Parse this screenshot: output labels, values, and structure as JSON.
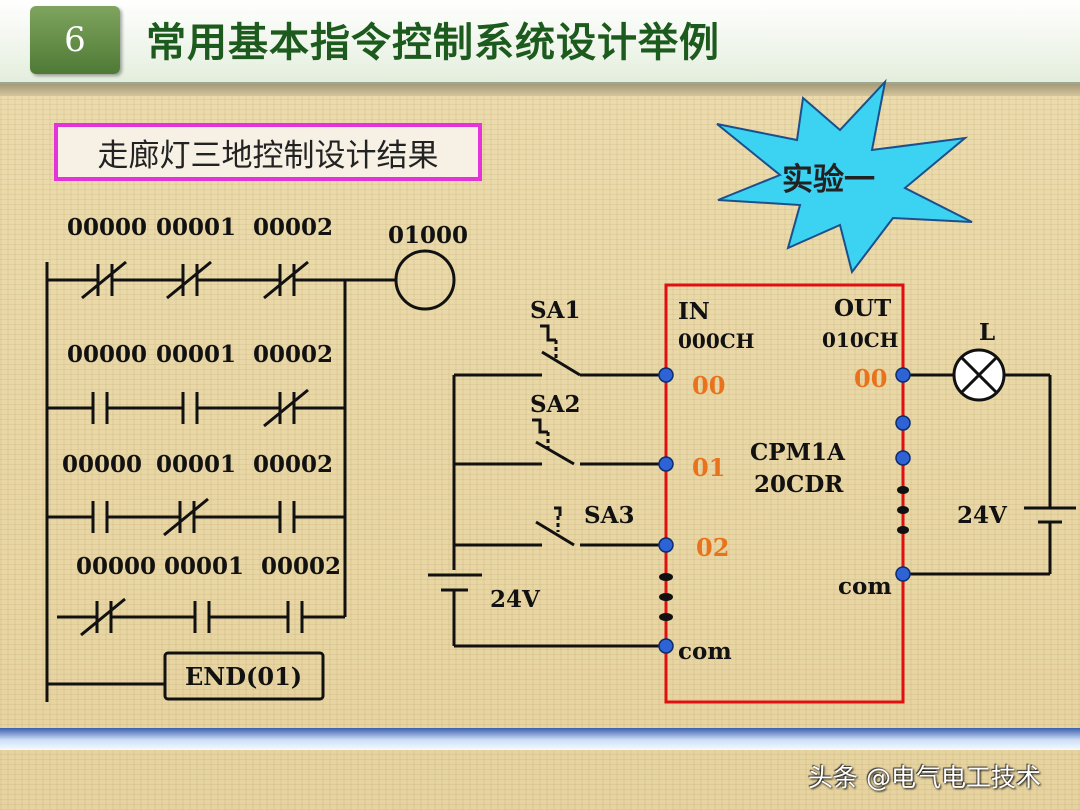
{
  "header": {
    "number": "6",
    "title": "常用基本指令控制系统设计举例"
  },
  "subtitle": "走廊灯三地控制设计结果",
  "burst_label": "实验一",
  "ladder": {
    "rows": [
      {
        "addresses": [
          "00000",
          "00001",
          "00002"
        ],
        "contacts": [
          "NC",
          "NC",
          "NC"
        ]
      },
      {
        "addresses": [
          "00000",
          "00001",
          "00002"
        ],
        "contacts": [
          "NO",
          "NO",
          "NC"
        ]
      },
      {
        "addresses": [
          "00000",
          "00001",
          "00002"
        ],
        "contacts": [
          "NO",
          "NC",
          "NO"
        ]
      },
      {
        "addresses": [
          "00000",
          "00001",
          "00002"
        ],
        "contacts": [
          "NC",
          "NO",
          "NO"
        ]
      }
    ],
    "coil": "01000",
    "end_label": "END(01)"
  },
  "wiring": {
    "switches": [
      "SA1",
      "SA2",
      "SA3"
    ],
    "in_label": "IN",
    "in_channel": "000CH",
    "out_label": "OUT",
    "out_channel": "010CH",
    "in_terminals": [
      "00",
      "01",
      "02"
    ],
    "out_terminal": "00",
    "com_in": "com",
    "com_out": "com",
    "plc_model": [
      "CPM1A",
      "20CDR"
    ],
    "lamp_label": "L",
    "supply_in": "24V",
    "supply_out": "24V"
  },
  "watermark": "头条 @电气电工技术",
  "colors": {
    "title": "#1d5a1d",
    "terminal_label": "#e8731c",
    "plc_border": "#e01010",
    "burst_fill": "#3cd2f2",
    "subtitle_border": "#e433d8"
  }
}
